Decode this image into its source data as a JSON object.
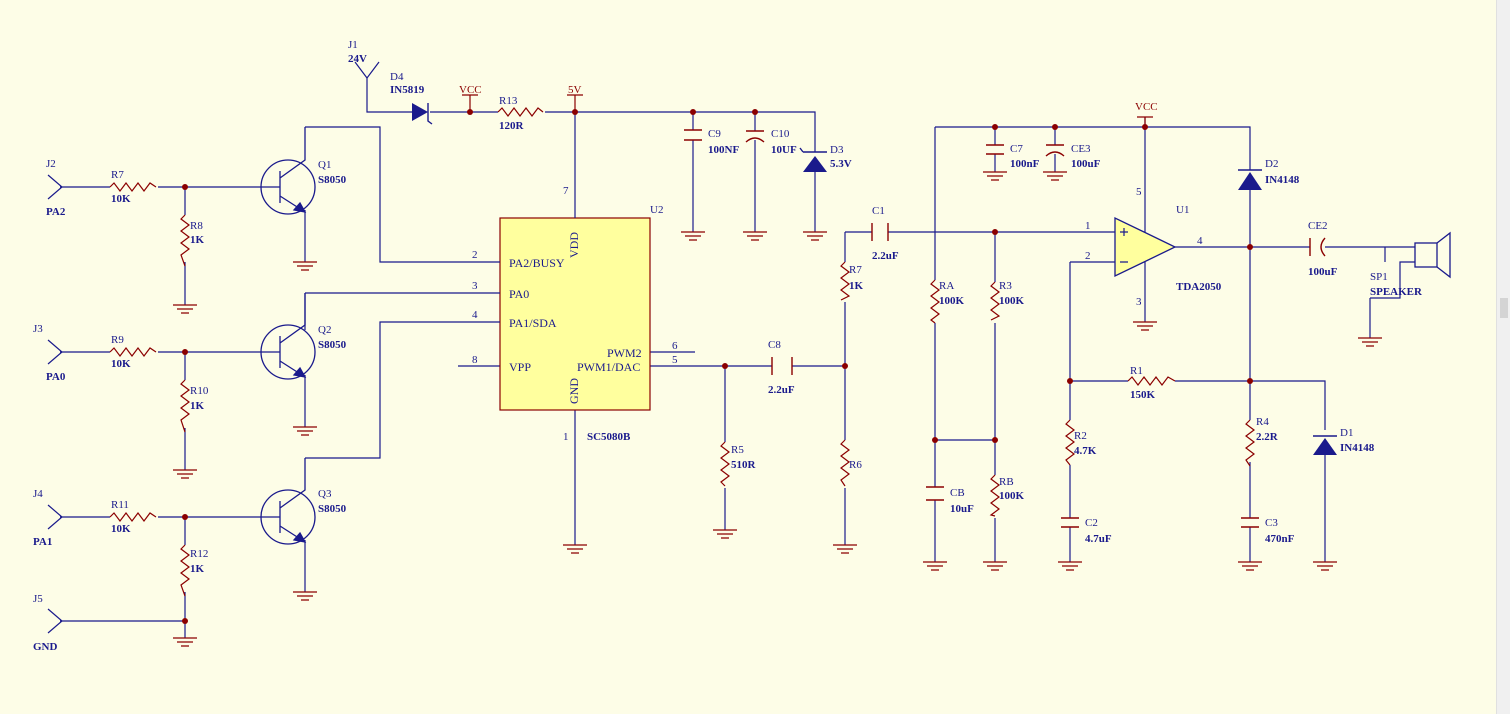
{
  "labels": {
    "j1": "J1",
    "j1_val": "24V",
    "d4": "D4",
    "d4_val": "IN5819",
    "vcc1": "VCC",
    "r13": "R13",
    "r13_val": "120R",
    "v5": "5V",
    "c9": "C9",
    "c9_val": "100NF",
    "c10": "C10",
    "c10_val": "10UF",
    "d3": "D3",
    "d3_val": "5.3V",
    "j2": "J2",
    "pa2": "PA2",
    "r7a": "R7",
    "r7a_val": "10K",
    "r8": "R8",
    "r8_val": "1K",
    "q1": "Q1",
    "q1_val": "S8050",
    "j3": "J3",
    "pa0": "PA0",
    "r9": "R9",
    "r9_val": "10K",
    "r10": "R10",
    "r10_val": "1K",
    "q2": "Q2",
    "q2_val": "S8050",
    "j4": "J4",
    "pa1": "PA1",
    "r11": "R11",
    "r11_val": "10K",
    "r12": "R12",
    "r12_val": "1K",
    "q3": "Q3",
    "q3_val": "S8050",
    "j5": "J5",
    "gnd": "GND",
    "u2": "U2",
    "u2_val": "SC5080B",
    "vdd": "VDD",
    "gndpin": "GND",
    "pa2busy": "PA2/BUSY",
    "pa0pin": "PA0",
    "pa1sda": "PA1/SDA",
    "vpp": "VPP",
    "pwm2": "PWM2",
    "pwm1dac": "PWM1/DAC",
    "n7": "7",
    "n2": "2",
    "n3": "3",
    "n4": "4",
    "n8": "8",
    "n6": "6",
    "n5": "5",
    "n1": "1",
    "c8": "C8",
    "c8_val": "2.2uF",
    "r5": "R5",
    "r5_val": "510R",
    "c1": "C1",
    "c1_val": "2.2uF",
    "r7b": "R7",
    "r7b_val": "1K",
    "r6": "R6",
    "ra": "RA",
    "ra_val": "100K",
    "r3": "R3",
    "r3_val": "100K",
    "cb": "CB",
    "cb_val": "10uF",
    "rb": "RB",
    "rb_val": "100K",
    "c7": "C7",
    "c7_val": "100nF",
    "ce3": "CE3",
    "ce3_val": "100uF",
    "vcc2": "VCC",
    "u1": "U1",
    "u1_val": "TDA2050",
    "op_p1": "1",
    "op_p2": "2",
    "op_p3": "3",
    "op_p4": "4",
    "op_p5": "5",
    "d2": "D2",
    "d2_val": "IN4148",
    "ce2": "CE2",
    "ce2_val": "100uF",
    "sp1": "SP1",
    "sp1_val": "SPEAKER",
    "r1": "R1",
    "r1_val": "150K",
    "r2": "R2",
    "r2_val": "4.7K",
    "c2": "C2",
    "c2_val": "4.7uF",
    "r4": "R4",
    "r4_val": "2.2R",
    "c3": "C3",
    "c3_val": "470nF",
    "d1": "D1",
    "d1_val": "IN4148"
  },
  "colors": {
    "wire": "#1A1A8C",
    "component": "#8B0000",
    "junction": "#8B0000",
    "chip_fill": "#FFFF9E"
  }
}
